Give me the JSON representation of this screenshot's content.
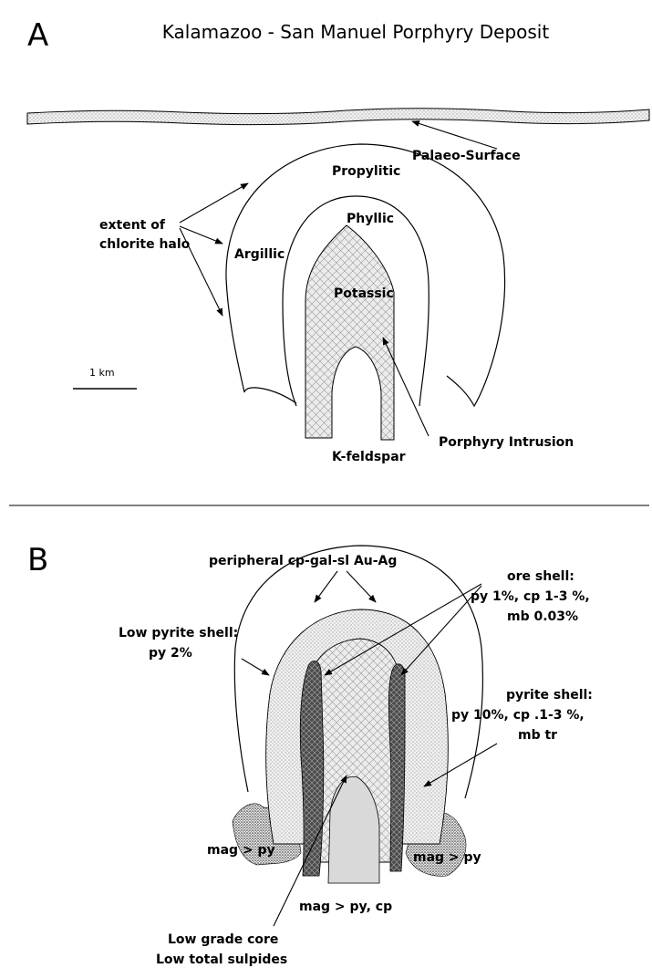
{
  "panel_a": {
    "letter": "A",
    "title": "Kalamazoo - San Manuel Porphyry Deposit",
    "labels": {
      "palaeo_surface": "Palaeo-Surface",
      "propylitic": "Propylitic",
      "phyllic": "Phyllic",
      "argillic": "Argillic",
      "potassic": "Potassic",
      "chlorite_line1": "extent of",
      "chlorite_line2": "chlorite halo",
      "scale": "1 km",
      "porphyry_intrusion": "Porphyry Intrusion",
      "k_feldspar": "K-feldspar"
    }
  },
  "panel_b": {
    "letter": "B",
    "labels": {
      "peripheral": "peripheral cp-gal-sl Au-Ag",
      "ore_shell_1": "ore shell:",
      "ore_shell_2": "py 1%, cp 1-3 %,",
      "ore_shell_3": "mb 0.03%",
      "low_pyrite_1": "Low pyrite shell:",
      "low_pyrite_2": "py 2%",
      "pyrite_shell_1": "pyrite shell:",
      "pyrite_shell_2": "py 10%, cp .1-3 %,",
      "pyrite_shell_3": "mb tr",
      "mag_left": "mag > py",
      "mag_right": "mag > py",
      "mag_center": "mag > py, cp",
      "low_grade_1": "Low grade core",
      "low_grade_2": "Low total sulpides"
    }
  },
  "colors": {
    "ink": "#000000",
    "stipple_bg": "#f2f2f2",
    "light_grey_core": "#d9d9d9",
    "dark_band": "#555555"
  }
}
